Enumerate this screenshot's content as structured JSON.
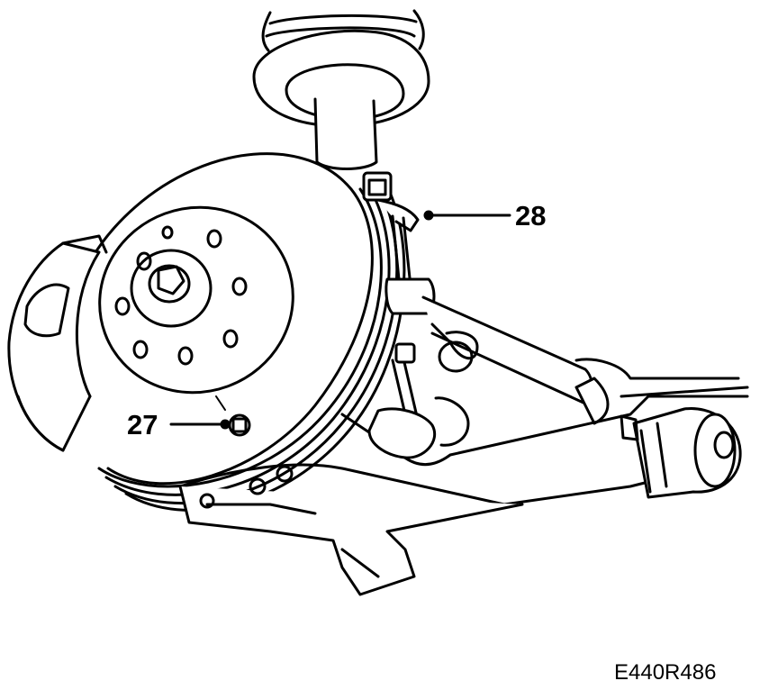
{
  "callouts": [
    {
      "id": "27",
      "label": "27"
    },
    {
      "id": "28",
      "label": "28"
    }
  ],
  "figure_id": "E440R486",
  "colors": {
    "line": "#000000",
    "background": "#ffffff"
  }
}
